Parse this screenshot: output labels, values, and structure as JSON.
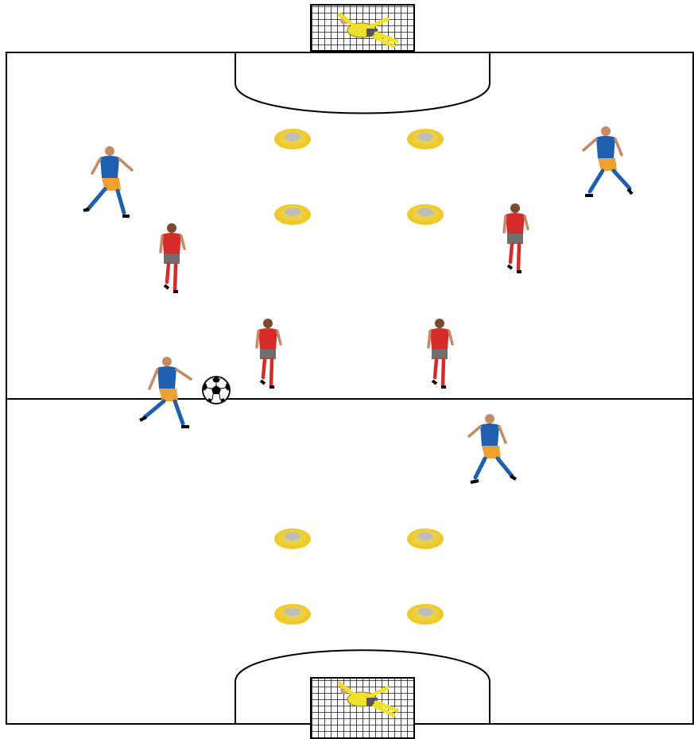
{
  "diagram": {
    "type": "futsal-drill-field",
    "colors": {
      "line": "#000000",
      "background": "#ffffff",
      "goal_net": "#1a1a1a",
      "cone": "#f2d21b",
      "attacker_shirt": "#1f5fb0",
      "attacker_shorts": "#f0a030",
      "defender_shirt": "#d62b2b",
      "defender_shorts": "#6e6e6e",
      "goalkeeper_kit": "#f1e02a"
    },
    "goals": [
      {
        "id": "top-goal",
        "keeper": "goalkeeper"
      },
      {
        "id": "bottom-goal",
        "keeper": "goalkeeper"
      }
    ],
    "cone_count": 8,
    "players": {
      "attackers": 4,
      "defenders": 4,
      "goalkeepers": 2
    },
    "ball": "soccer-ball"
  }
}
